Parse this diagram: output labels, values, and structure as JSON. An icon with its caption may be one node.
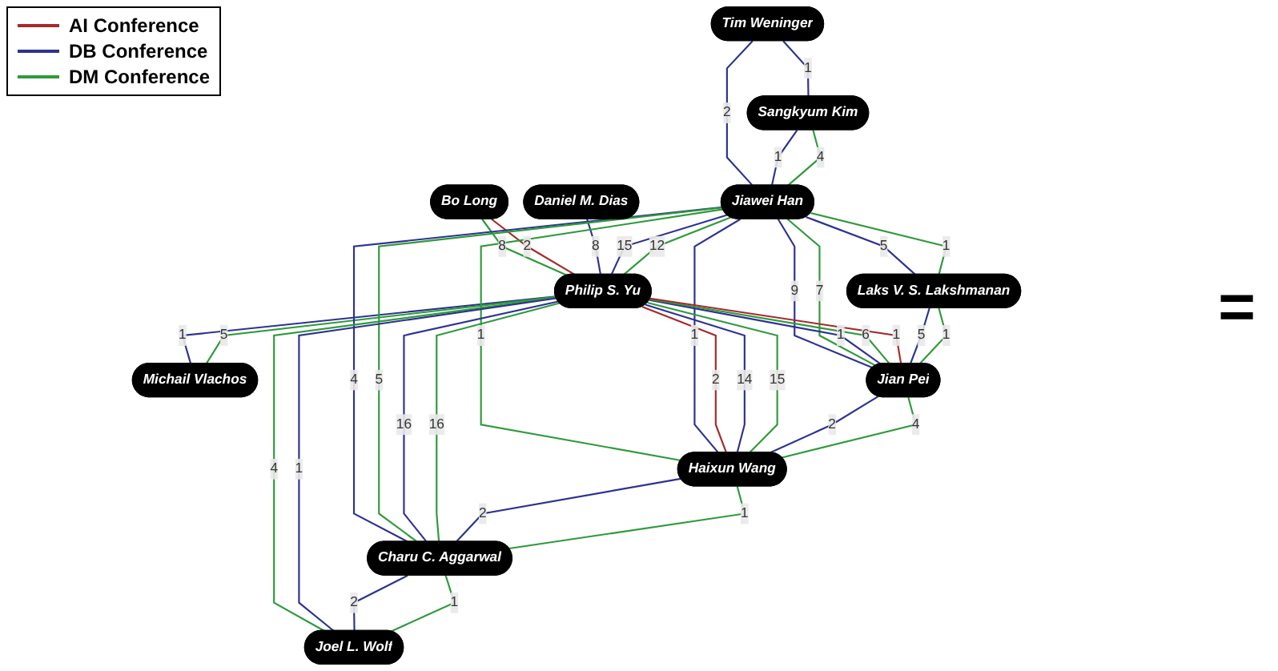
{
  "diagram": {
    "nodes": [
      {
        "text": [
          "Tim Weninger"
        ]
      },
      {
        "text": [
          "Bo Long"
        ]
      },
      {
        "text": [
          "Daniel M. Dias"
        ]
      },
      {
        "text": [
          "Sangkyum Kim"
        ]
      },
      {
        "text": [
          "Jiawei Han"
        ]
      },
      {
        "text": [
          "Philip S. Yu"
        ]
      },
      {
        "text": [
          "Michail Vlachos"
        ]
      },
      {
        "text": [
          "Laks V. S. Lakshmanan"
        ]
      },
      {
        "text": [
          "Jian Pei"
        ]
      },
      {
        "text": [
          "Haixun Wang"
        ]
      },
      {
        "text": [
          "Charu C. Aggarwal"
        ]
      },
      {
        "text": [
          "Joel L. Wolf"
        ]
      }
    ],
    "edges": [
      {
        "from": 0,
        "to": 3,
        "arrow": "none",
        "label": "1"
      },
      {
        "from": 0,
        "to": 4,
        "arrow": "none",
        "label": "2"
      },
      {
        "from": 1,
        "to": 5,
        "arrow": "none",
        "label": "8",
        "color": "#2e9a3a"
      },
      {
        "from": 1,
        "to": 5,
        "arrow": "none",
        "label": "2",
        "color": "#a52a2a"
      },
      {
        "from": 2,
        "to": 5,
        "arrow": "none",
        "label": "8"
      },
      {
        "from": 3,
        "to": 4,
        "arrow": "none",
        "label": "1"
      },
      {
        "from": 3,
        "to": 4,
        "arrow": "none",
        "label": "4",
        "color": "#2e9a3a"
      },
      {
        "from": 4,
        "to": 5,
        "arrow": "none",
        "label": "15"
      },
      {
        "from": 4,
        "to": 5,
        "arrow": "none",
        "label": "12",
        "color": "#2e9a3a"
      },
      {
        "from": 5,
        "to": 6,
        "arrow": "none",
        "label": "1"
      },
      {
        "from": 5,
        "to": 6,
        "arrow": "none",
        "label": "5",
        "color": "#2e9a3a"
      },
      {
        "from": 4,
        "to": 7,
        "arrow": "none",
        "label": "5"
      },
      {
        "from": 4,
        "to": 7,
        "arrow": "none",
        "label": "1",
        "color": "#2e9a3a"
      },
      {
        "from": 4,
        "to": 8,
        "arrow": "none",
        "label": "9"
      },
      {
        "from": 4,
        "to": 8,
        "arrow": "none",
        "label": "7",
        "color": "#2e9a3a"
      },
      {
        "from": 4,
        "to": 9,
        "arrow": "none",
        "label": "1",
        "color": "#2e9a3a"
      },
      {
        "from": 4,
        "to": 9,
        "arrow": "none",
        "label": "1"
      },
      {
        "from": 4,
        "to": 10,
        "arrow": "none",
        "label": "4"
      },
      {
        "from": 4,
        "to": 10,
        "arrow": "none",
        "label": "5",
        "color": "#2e9a3a"
      },
      {
        "from": 5,
        "to": 8,
        "arrow": "none",
        "label": "1"
      },
      {
        "from": 5,
        "to": 8,
        "arrow": "none",
        "label": "6",
        "color": "#2e9a3a"
      },
      {
        "from": 5,
        "to": 8,
        "arrow": "none",
        "label": "1",
        "color": "#a52a2a"
      },
      {
        "from": 5,
        "to": 9,
        "arrow": "none",
        "label": "2",
        "color": "#a52a2a"
      },
      {
        "from": 5,
        "to": 9,
        "arrow": "none",
        "label": "14"
      },
      {
        "from": 5,
        "to": 9,
        "arrow": "none",
        "label": "15",
        "color": "#2e9a3a"
      },
      {
        "from": 5,
        "to": 10,
        "arrow": "none",
        "label": "16"
      },
      {
        "from": 5,
        "to": 10,
        "arrow": "none",
        "label": "16",
        "color": "#2e9a3a"
      },
      {
        "from": 5,
        "to": 11,
        "arrow": "none",
        "label": "4",
        "color": "#2e9a3a"
      },
      {
        "from": 5,
        "to": 11,
        "arrow": "none",
        "label": "1"
      },
      {
        "from": 7,
        "to": 8,
        "arrow": "none",
        "label": "5"
      },
      {
        "from": 7,
        "to": 8,
        "arrow": "none",
        "label": "1",
        "color": "#2e9a3a"
      },
      {
        "from": 8,
        "to": 9,
        "arrow": "none",
        "label": "2"
      },
      {
        "from": 8,
        "to": 9,
        "arrow": "none",
        "label": "4",
        "color": "#2e9a3a"
      },
      {
        "from": 9,
        "to": 10,
        "arrow": "none",
        "label": "2"
      },
      {
        "from": 9,
        "to": 10,
        "arrow": "none",
        "label": "1",
        "color": "#2e9a3a"
      },
      {
        "from": 10,
        "to": 11,
        "arrow": "none",
        "label": "2"
      },
      {
        "from": 10,
        "to": 11,
        "arrow": "none",
        "label": "1",
        "color": "#2e9a3a"
      }
    ],
    "labels": [
      "="
    ],
    "legend": [
      {
        "text": "AI Conference",
        "color": "#a52a2a"
      },
      {
        "text": "DB Conference",
        "color": "#2e3192"
      },
      {
        "text": "DM Conference",
        "color": "#2e9a3a"
      }
    ]
  }
}
